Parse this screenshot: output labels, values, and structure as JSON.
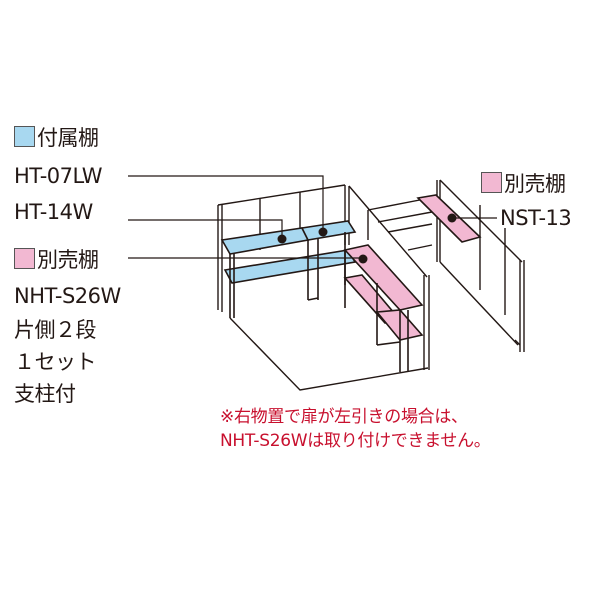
{
  "legend": {
    "included": {
      "swatch_color": "#a8d8f0",
      "title": "付属棚",
      "models": [
        "HT-07LW",
        "HT-14W"
      ]
    },
    "sold_separately_left": {
      "swatch_color": "#f2b8d2",
      "title": "別売棚",
      "model": "NHT-S26W",
      "details": [
        "片側２段",
        "１セット",
        "支柱付"
      ]
    },
    "sold_separately_right": {
      "swatch_color": "#f2b8d2",
      "title": "別売棚",
      "model": "NST-13"
    }
  },
  "note": {
    "color": "#c8102e",
    "lines": [
      "※右物置で扉が左引きの場合は、",
      "NHT-S26Wは取り付けできません。"
    ]
  }
}
